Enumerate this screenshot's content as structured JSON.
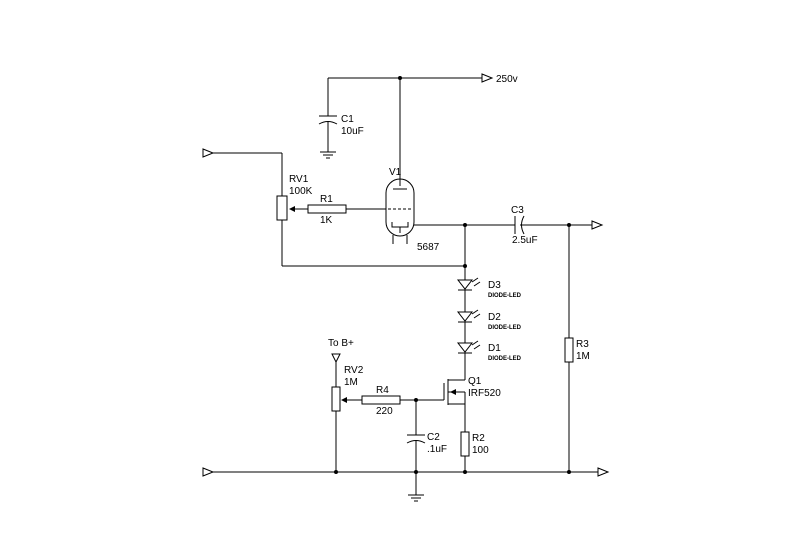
{
  "labels": {
    "supply": "250v",
    "c1_name": "C1",
    "c1_value": "10uF",
    "v1_name": "V1",
    "v1_type": "5687",
    "rv1_name": "RV1",
    "rv1_value": "100K",
    "r1_name": "R1",
    "r1_value": "1K",
    "c3_name": "C3",
    "c3_value": "2.5uF",
    "d3_name": "D3",
    "d3_type": "DIODE-LED",
    "d2_name": "D2",
    "d2_type": "DIODE-LED",
    "d1_name": "D1",
    "d1_type": "DIODE-LED",
    "r3_name": "R3",
    "r3_value": "1M",
    "tob": "To B+",
    "rv2_name": "RV2",
    "rv2_value": "1M",
    "r4_name": "R4",
    "r4_value": "220",
    "q1_name": "Q1",
    "q1_type": "IRF520",
    "c2_name": "C2",
    "c2_value": ".1uF",
    "r2_name": "R2",
    "r2_value": "100"
  }
}
